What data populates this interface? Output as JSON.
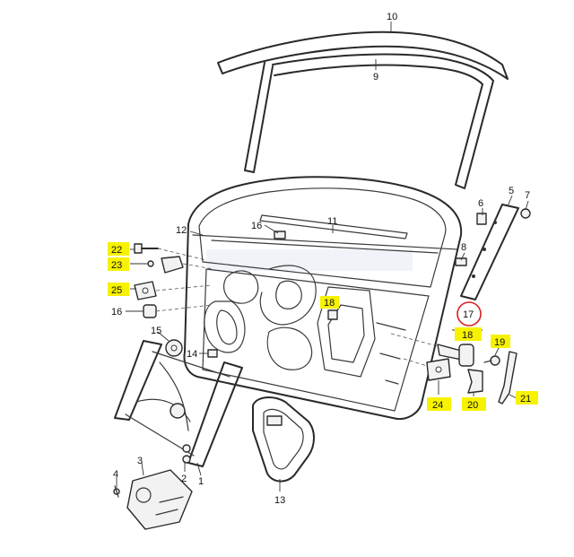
{
  "diagram": {
    "part_numbers": {
      "p1": "1",
      "p2": "2",
      "p3": "3",
      "p4": "4",
      "p5": "5",
      "p6": "6",
      "p7": "7",
      "p8": "8",
      "p9": "9",
      "p10": "10",
      "p11": "11",
      "p12": "12",
      "p13": "13",
      "p14": "14",
      "p15": "15",
      "p16a": "16",
      "p16b": "16",
      "p17": "17",
      "p18a": "18",
      "p18b": "18",
      "p19": "19",
      "p20": "20",
      "p21": "21",
      "p22": "22",
      "p23": "23",
      "p24": "24",
      "p25": "25"
    },
    "highlighted_parts": [
      "18",
      "19",
      "20",
      "21",
      "22",
      "23",
      "24",
      "25"
    ],
    "circled_part": "17",
    "colors": {
      "highlight": "#f6f200",
      "circle": "#d42020",
      "line": "#2a2a2a"
    }
  }
}
